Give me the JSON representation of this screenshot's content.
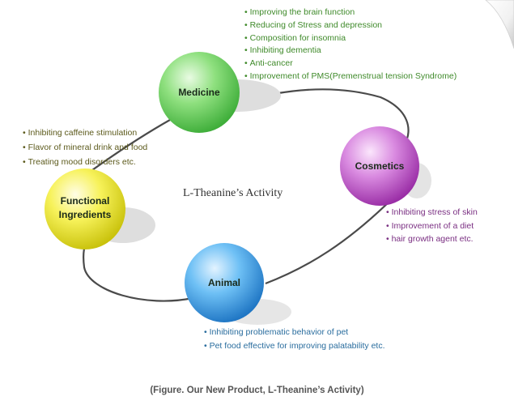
{
  "center_title": "L-Theanine’s Activity",
  "caption": "(Figure. Our New Product, L-Theanine’s Activity)",
  "colors": {
    "cycle": "#4a4a4a",
    "medicine": "#6fd36a",
    "cosmetics": "#c85ad0",
    "functional": "#f0ea2e",
    "animal": "#3b9de6",
    "shadow": "#dedede"
  },
  "nodes": {
    "medicine": {
      "label": "Medicine",
      "items": [
        "Improving the brain function",
        "Reducing of Stress and depression",
        "Composition for insomnia",
        "Inhibiting dementia",
        "Anti-cancer",
        "Improvement of PMS(Premenstrual tension Syndrome)"
      ]
    },
    "functional": {
      "label_lines": [
        "Functional",
        "Ingredients"
      ],
      "items": [
        "Inhibiting caffeine stimulation",
        "Flavor of mineral drink and food",
        "Treating mood disorders etc."
      ]
    },
    "cosmetics": {
      "label": "Cosmetics",
      "items": [
        "Inhibiting stress of skin",
        "Improvement of a diet",
        "hair growth agent etc."
      ]
    },
    "animal": {
      "label": "Animal",
      "items": [
        "Inhibiting problematic behavior of pet",
        "Pet food effective for improving palatability etc."
      ]
    }
  }
}
